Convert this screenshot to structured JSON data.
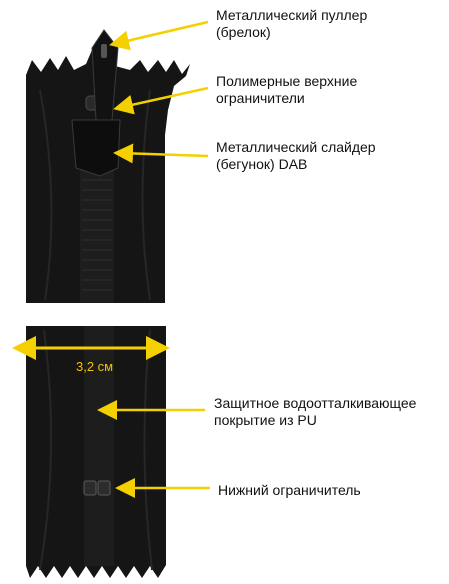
{
  "callouts": {
    "puller": {
      "line1": "Металлический пуллер",
      "line2": "(брелок)"
    },
    "top_stops": {
      "line1": "Полимерные верхние",
      "line2": "ограничители"
    },
    "slider": {
      "line1": "Металлический слайдер",
      "line2": "(бегунок) DAB"
    },
    "coating": {
      "line1": "Защитное водоотталкивающее",
      "line2": "покрытие из PU"
    },
    "bottom_stop": {
      "line1": "Нижний ограничитель"
    }
  },
  "dimension": {
    "label": "3,2 см"
  },
  "colors": {
    "arrow": "#f5d000",
    "zipper": "#151515",
    "text": "#111111"
  }
}
